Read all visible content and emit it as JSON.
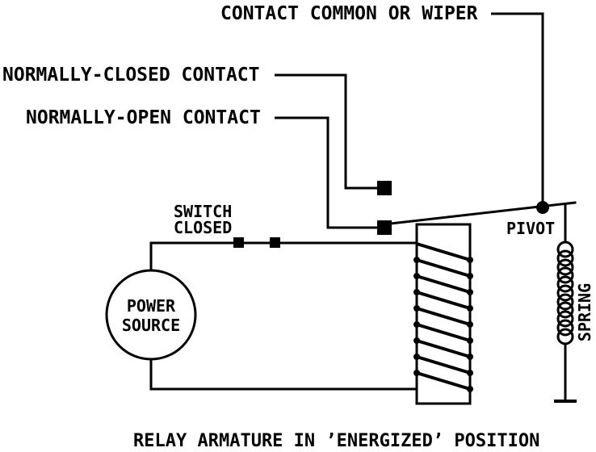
{
  "palette": {
    "ink": "#000000",
    "paper": "#ffffff"
  },
  "labels": {
    "contact_common_or_wiper": "CONTACT COMMON OR WIPER",
    "normally_closed_contact": "NORMALLY-CLOSED CONTACT",
    "normally_open_contact": "NORMALLY-OPEN CONTACT",
    "switch_state_line1": "SWITCH",
    "switch_state_line2": "CLOSED",
    "power_source_line1": "POWER",
    "power_source_line2": "SOURCE",
    "pivot": "PIVOT",
    "spring": "SPRING"
  },
  "caption": "RELAY ARMATURE IN ’ENERGIZED’ POSITION"
}
